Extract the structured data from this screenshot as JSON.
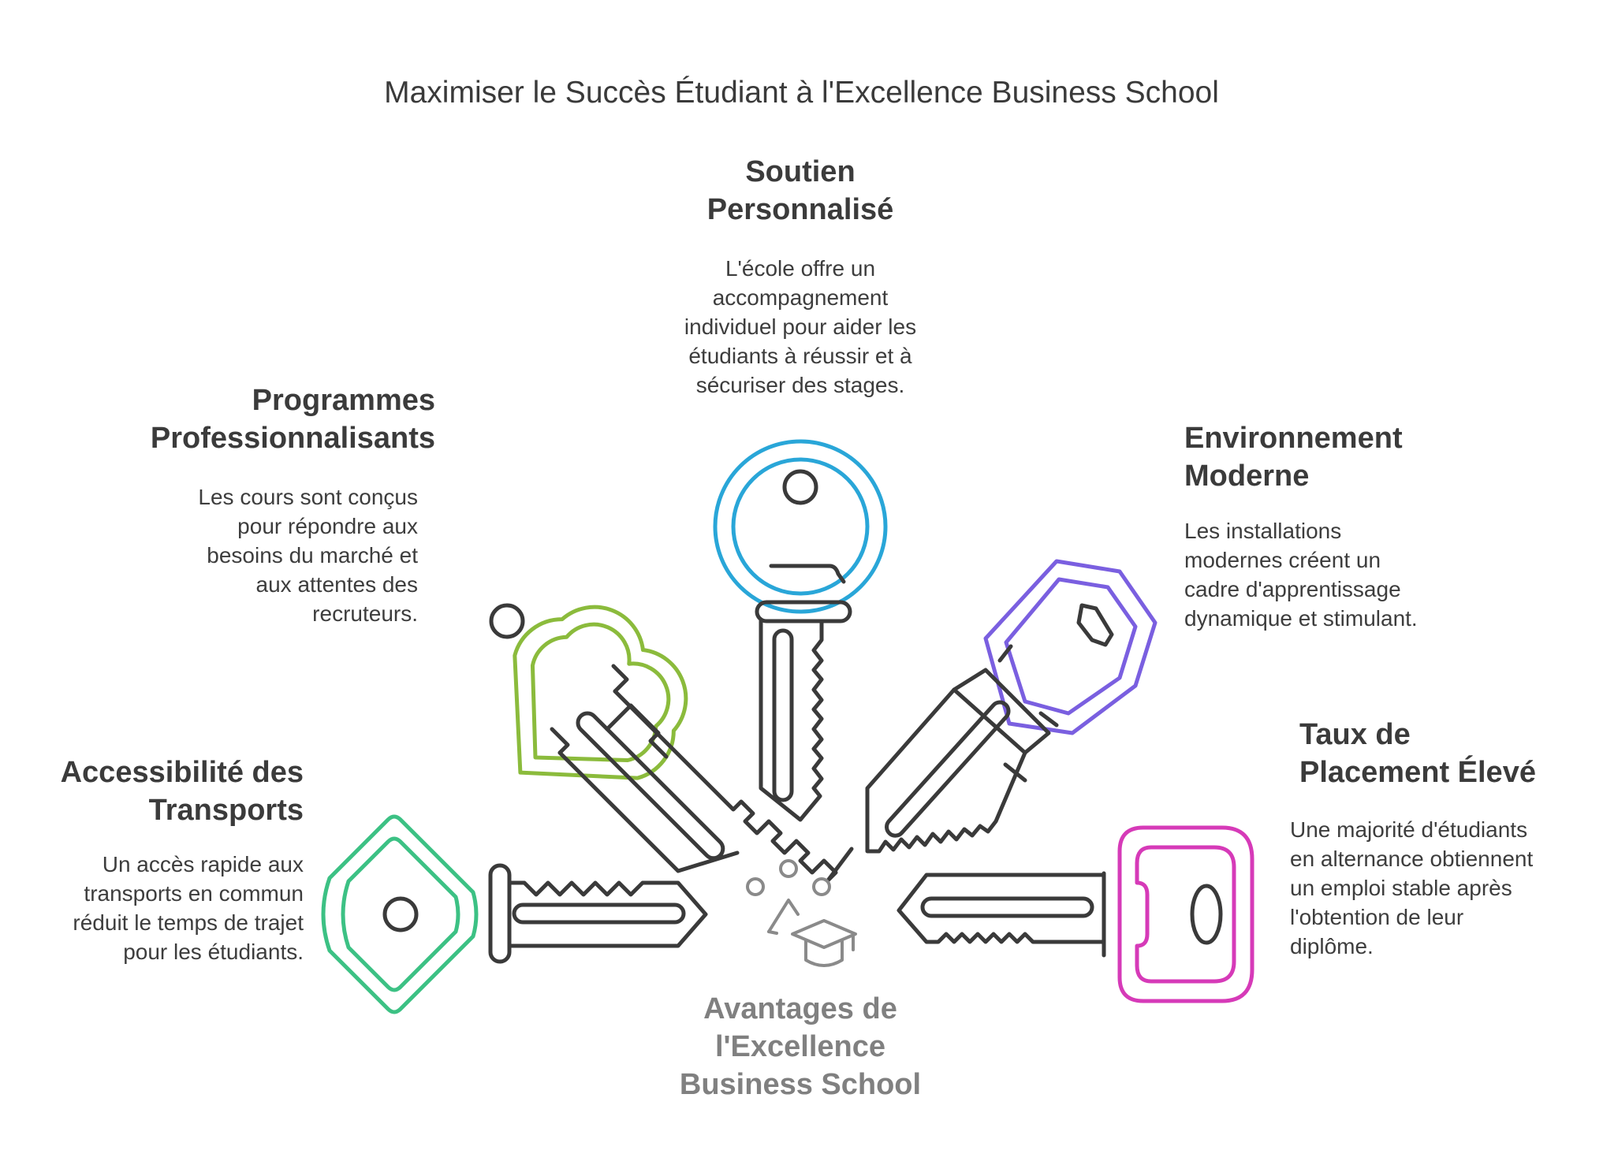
{
  "title": "Maximiser le Succès Étudiant à l'Excellence Business School",
  "center": {
    "label": "Avantages de\nl'Excellence\nBusiness School",
    "icon": "graduation-cap-icon"
  },
  "colors": {
    "text": "#3b3b3b",
    "center_text": "#808080",
    "key_shaft": "#3a3a3a",
    "personnalise": "#29a6d8",
    "programmes": "#8bbb3c",
    "environnement": "#7a5fe0",
    "transports": "#3cc184",
    "placement": "#d63ab8"
  },
  "benefits": [
    {
      "id": "soutien",
      "title": "Soutien\nPersonnalisé",
      "description": "L'école offre un\naccompagnement\nindividuel pour aider les\nétudiants à réussir et à\nsécuriser des stages."
    },
    {
      "id": "programmes",
      "title": "Programmes\nProfessionnalisants",
      "description": "Les cours sont conçus\npour répondre aux\nbesoins du marché et\naux attentes des\nrecruteurs."
    },
    {
      "id": "environnement",
      "title": "Environnement\nModerne",
      "description": "Les installations\nmodernes créent un\ncadre d'apprentissage\ndynamique et stimulant."
    },
    {
      "id": "transports",
      "title": "Accessibilité des\nTransports",
      "description": "Un accès rapide aux\ntransports en commun\nréduit le temps de trajet\npour les étudiants."
    },
    {
      "id": "placement",
      "title": "Taux de\nPlacement Élevé",
      "description": "Une majorité d'étudiants\nen alternance obtiennent\nun emploi stable après\nl'obtention de leur\ndiplôme."
    }
  ]
}
